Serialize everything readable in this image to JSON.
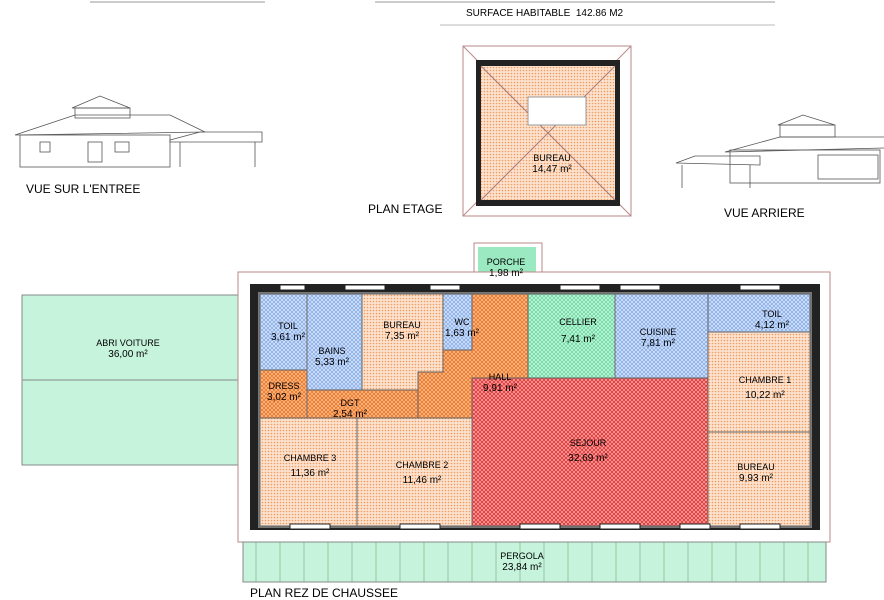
{
  "header": {
    "surface_label": "SURFACE HABITABLE",
    "surface_value": "142.86 M2"
  },
  "views": {
    "front": "VUE SUR L'ENTREE",
    "rear": "VUE ARRIERE",
    "upper": "PLAN ETAGE",
    "ground": "PLAN REZ DE CHAUSSEE"
  },
  "colors": {
    "orange": "#f28a3c",
    "light_orange": "#f6b98a",
    "blue": "#9fc0ee",
    "green": "#8fe8b8",
    "red": "#ec4a4a",
    "pale_green": "#c6f3dc"
  },
  "rooms": [
    {
      "name": "BUREAU",
      "area": "14,47 m²"
    },
    {
      "name": "PORCHE",
      "area": "1,98 m²"
    },
    {
      "name": "ABRI VOITURE",
      "area": "36,00 m²"
    },
    {
      "name": "TOIL",
      "area": "3,61 m²"
    },
    {
      "name": "BAINS",
      "area": "5,33 m²"
    },
    {
      "name": "BUREAU",
      "area": "7,35 m²"
    },
    {
      "name": "WC",
      "area": "1,63 m²"
    },
    {
      "name": "CELLIER",
      "area": "7,41 m²"
    },
    {
      "name": "CUISINE",
      "area": "7,81 m²"
    },
    {
      "name": "TOIL",
      "area": "4,12 m²"
    },
    {
      "name": "HALL",
      "area": "9,91 m²"
    },
    {
      "name": "DRESS",
      "area": "3,02 m²"
    },
    {
      "name": "DGT",
      "area": "2,54 m²"
    },
    {
      "name": "CHAMBRE 1",
      "area": "10,22 m²"
    },
    {
      "name": "SEJOUR",
      "area": "32,69 m²"
    },
    {
      "name": "CHAMBRE 3",
      "area": "11,36 m²"
    },
    {
      "name": "CHAMBRE 2",
      "area": "11,46 m²"
    },
    {
      "name": "BUREAU",
      "area": "9,93 m²"
    },
    {
      "name": "PERGOLA",
      "area": "23,84 m²"
    }
  ]
}
